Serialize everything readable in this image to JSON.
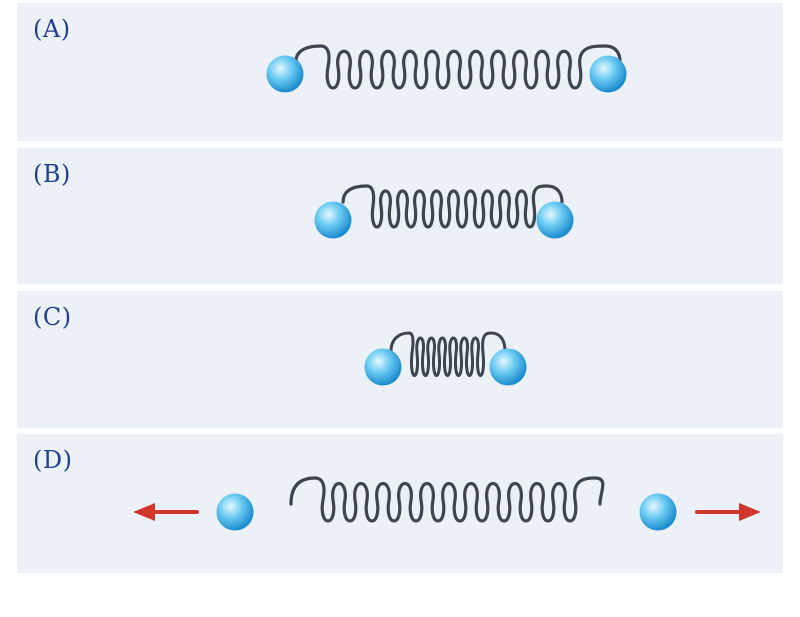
{
  "panels": [
    {
      "label": "(A)"
    },
    {
      "label": "(B)"
    },
    {
      "label": "(C)"
    },
    {
      "label": "(D)"
    }
  ],
  "colors": {
    "panel_bg": "#ebf1f6",
    "label": "#1f3f8f",
    "spring": "#3d4550",
    "ball_light": "#d7f1ff",
    "ball_mid": "#5cc3ef",
    "ball_dark": "#1c8fd0",
    "arrow": "#d1362b"
  },
  "icons": [
    "ball-icon",
    "spring-icon",
    "arrow-left-icon",
    "arrow-right-icon"
  ]
}
